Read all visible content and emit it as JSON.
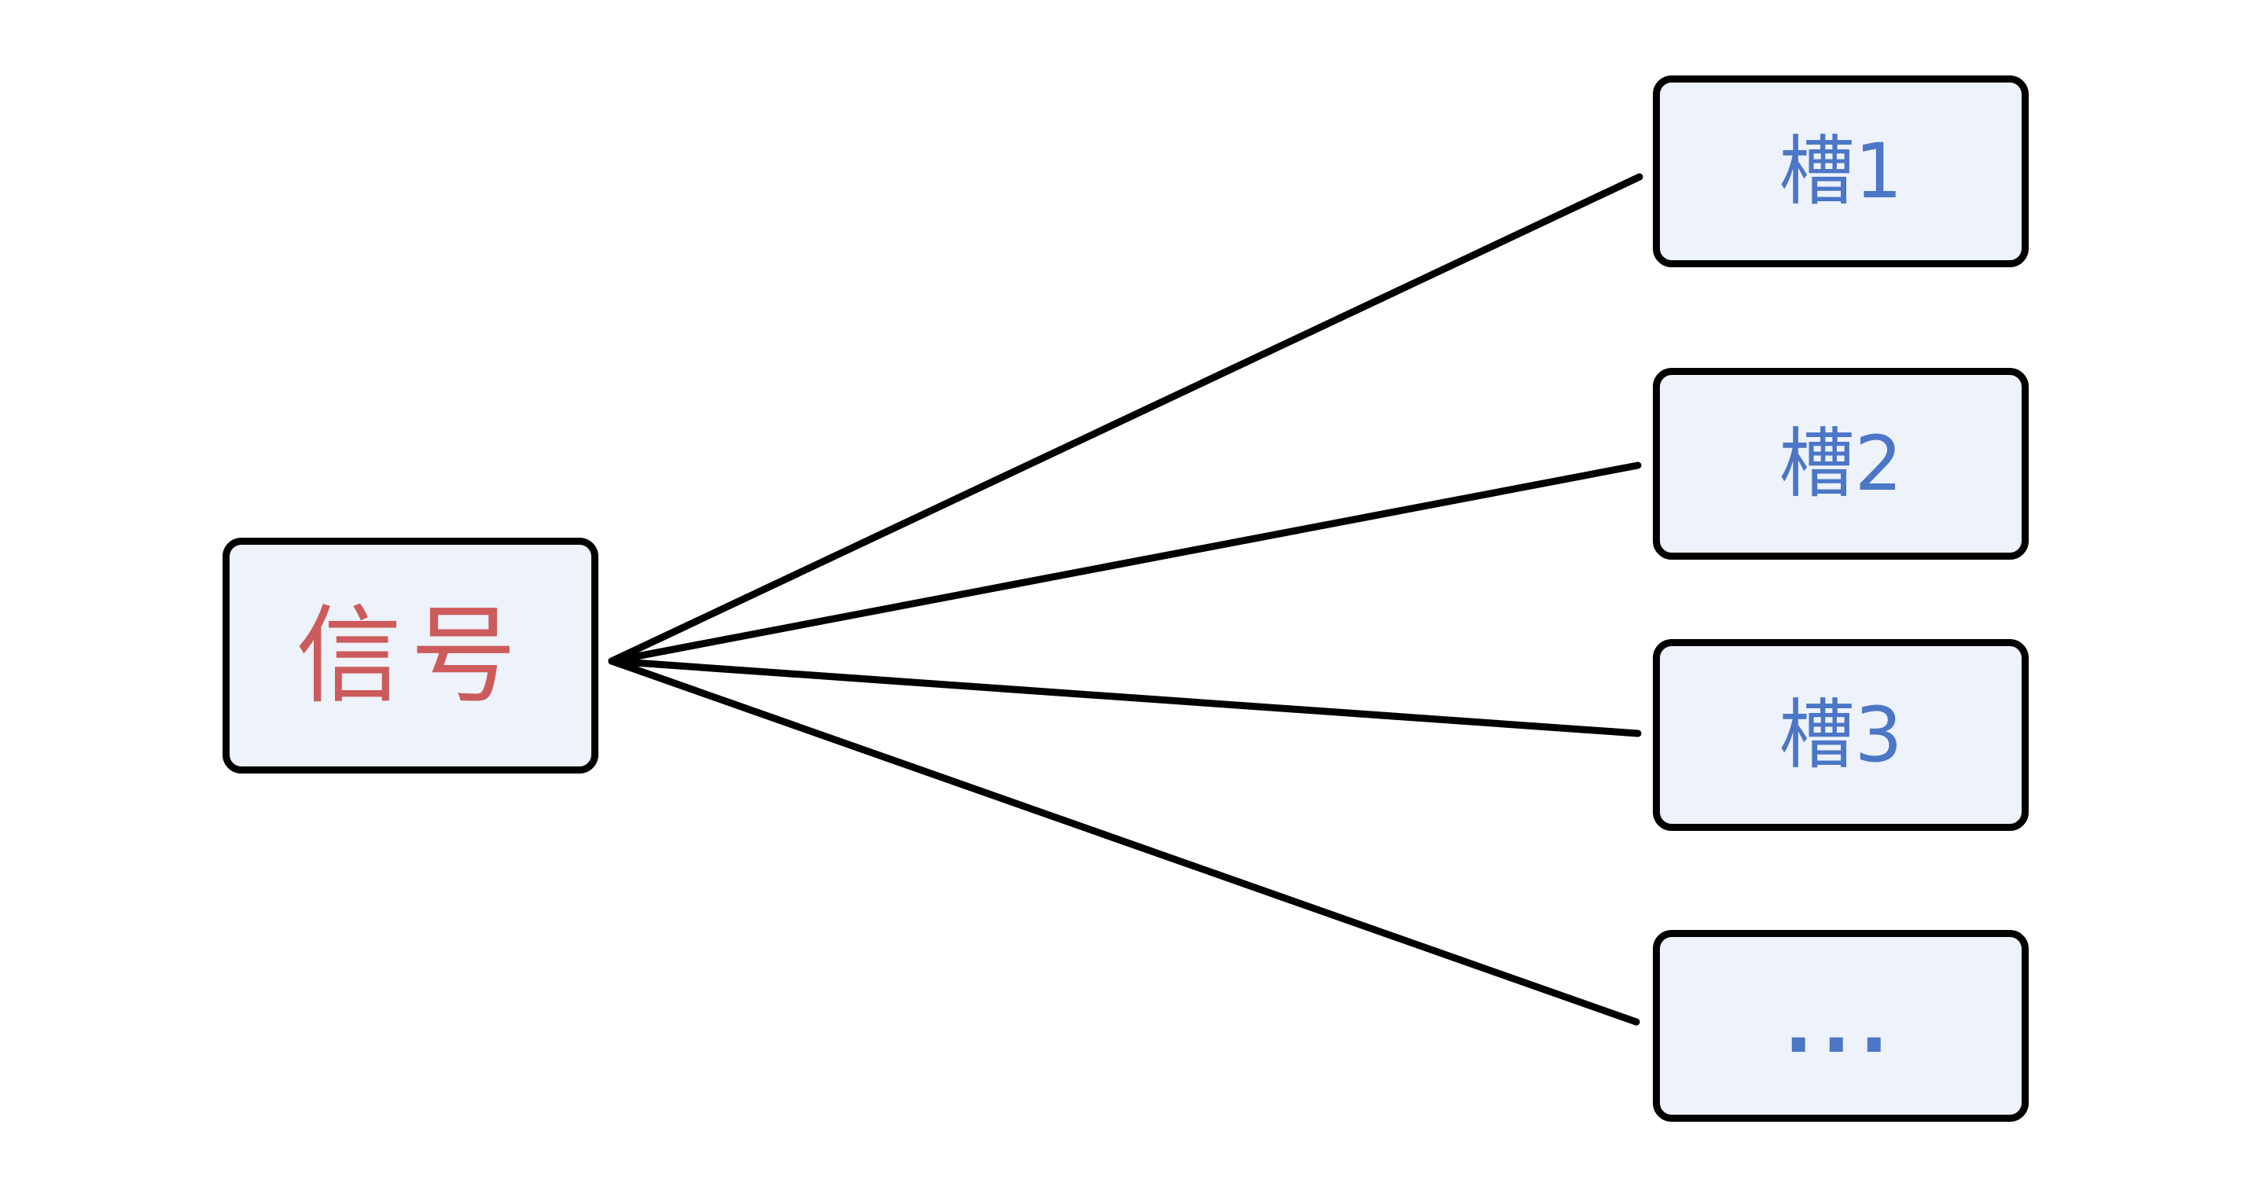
{
  "diagram": {
    "background_color": "#ffffff",
    "node_fill_color": "#edf2fb",
    "node_border_color": "#000000",
    "connector_color": "#000000",
    "signal_node": {
      "label": "信号",
      "text_color": "#cd5b5b"
    },
    "slot_nodes": [
      {
        "label": "槽1",
        "text_color": "#4c76c6"
      },
      {
        "label": "槽2",
        "text_color": "#4c76c6"
      },
      {
        "label": "槽3",
        "text_color": "#4c76c6"
      },
      {
        "label": "...",
        "text_color": "#4c76c6"
      }
    ],
    "connections": [
      {
        "from": "信号",
        "to": "槽1"
      },
      {
        "from": "信号",
        "to": "槽2"
      },
      {
        "from": "信号",
        "to": "槽3"
      },
      {
        "from": "信号",
        "to": "..."
      }
    ]
  }
}
